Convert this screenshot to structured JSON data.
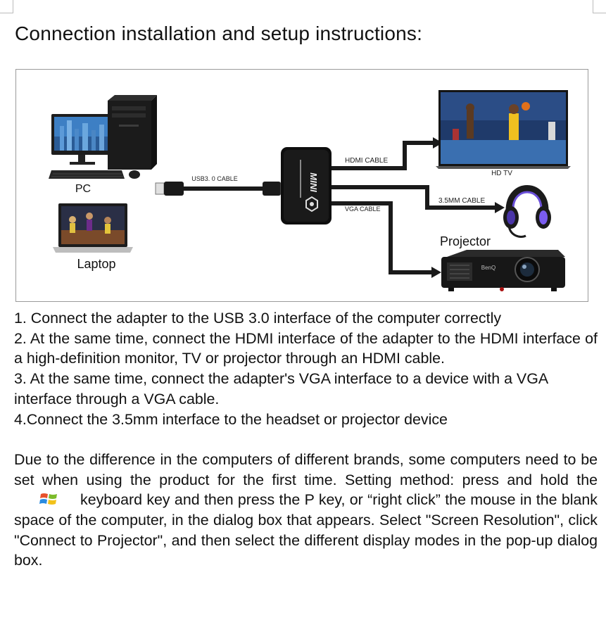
{
  "page": {
    "title": "Connection installation and setup instructions:"
  },
  "diagram": {
    "labels": {
      "pc": "PC",
      "laptop": "Laptop",
      "usb_cable": "USB3. 0 CABLE",
      "hdmi_cable": "HDMI CABLE",
      "vga_cable": "VGA CABLE",
      "audio_cable": "3.5MM CABLE",
      "hd_tv": "HD TV",
      "projector": "Projector",
      "adapter_brand": "MINI",
      "projector_brand": "BenQ"
    },
    "colors": {
      "cable": "#1a1a1a",
      "adapter": "#0e0e0e",
      "frame": "#9a9a9a"
    }
  },
  "instructions": {
    "step1": "1. Connect the adapter to the USB 3.0 interface of the computer correctly",
    "step2": "2. At the same time, connect the HDMI interface of the adapter to the HDMI interface of a high-definition monitor, TV or projector through an HDMI cable.",
    "step3": "3. At the same time, connect the adapter's VGA interface to a device with a VGA interface through a VGA cable.",
    "step4": "4.Connect the 3.5mm interface to the headset or projector device",
    "note_before_key": "Due to the difference in the computers of different brands, some computers need to be set when using the product for the first time. Setting method: press and hold the",
    "note_key_icon": "windows-logo-icon",
    "note_after_key": "keyboard key and then press the P key, or “right click” the mouse in the blank space of the computer, in the dialog box that appears. Select \"Screen Resolution\", click \"Connect to Projector\", and then select the different display modes in the pop-up dialog box."
  }
}
